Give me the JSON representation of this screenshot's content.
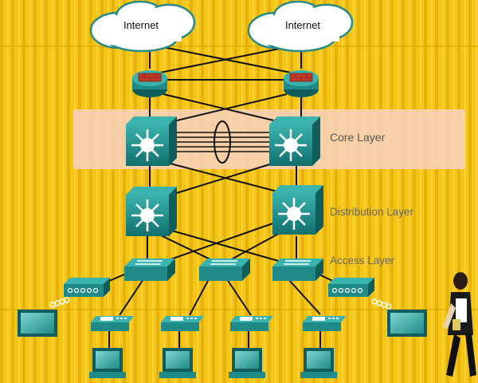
{
  "clouds": [
    {
      "label": "Internet"
    },
    {
      "label": "Internet"
    }
  ],
  "layers": {
    "core": "Core Layer",
    "distribution": "Distribution Layer",
    "access": "Access Layer"
  },
  "colors": {
    "background": "#f5c518",
    "stripe": "#e0ab07",
    "core_band": "#f6d0b4",
    "device_teal": "#1f8a87",
    "device_dark": "#0f5e5c",
    "device_light": "#3bb3ae",
    "link": "#111111",
    "router_red": "#c0392b",
    "label_text": "#555555"
  }
}
